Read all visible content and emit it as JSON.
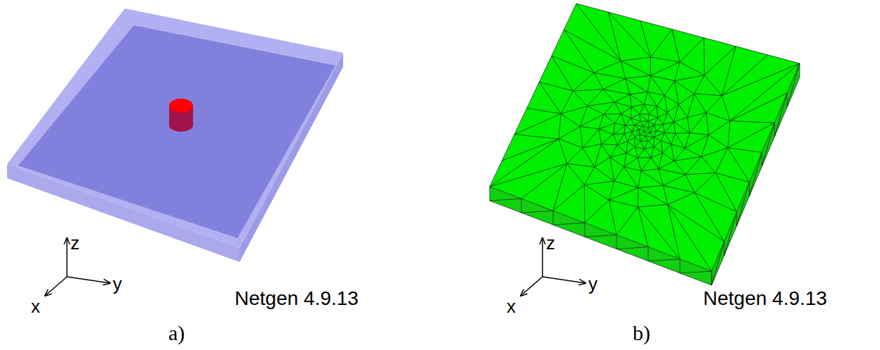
{
  "diagram": {
    "labels": [
      "z",
      "y",
      "x",
      "Netgen 4.9.13",
      "a)",
      "z",
      "y",
      "x",
      "Netgen 4.9.13",
      "b)"
    ]
  }
}
